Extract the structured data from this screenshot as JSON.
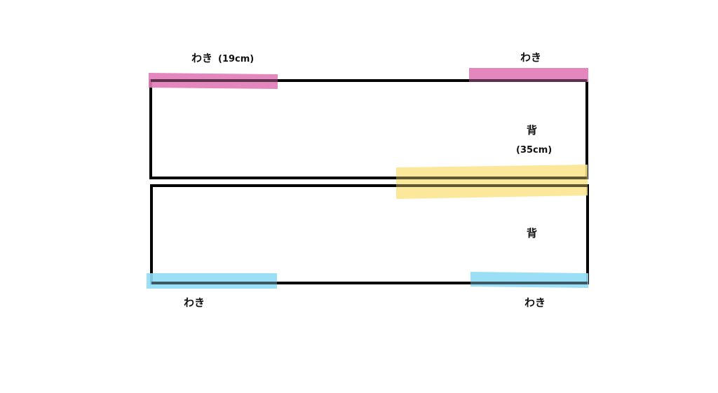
{
  "colors": {
    "outline": "#000000",
    "pink": "#e27ab8",
    "blue": "#8fdcf5",
    "yellow": "#fbe48a"
  },
  "labels": {
    "top_left_waki": "わき",
    "top_left_measure": "(19cm)",
    "top_right_waki": "わき",
    "back_upper": "背",
    "back_measure": "(35cm)",
    "back_lower": "背",
    "bottom_left_waki": "わき",
    "bottom_right_waki": "わき"
  }
}
